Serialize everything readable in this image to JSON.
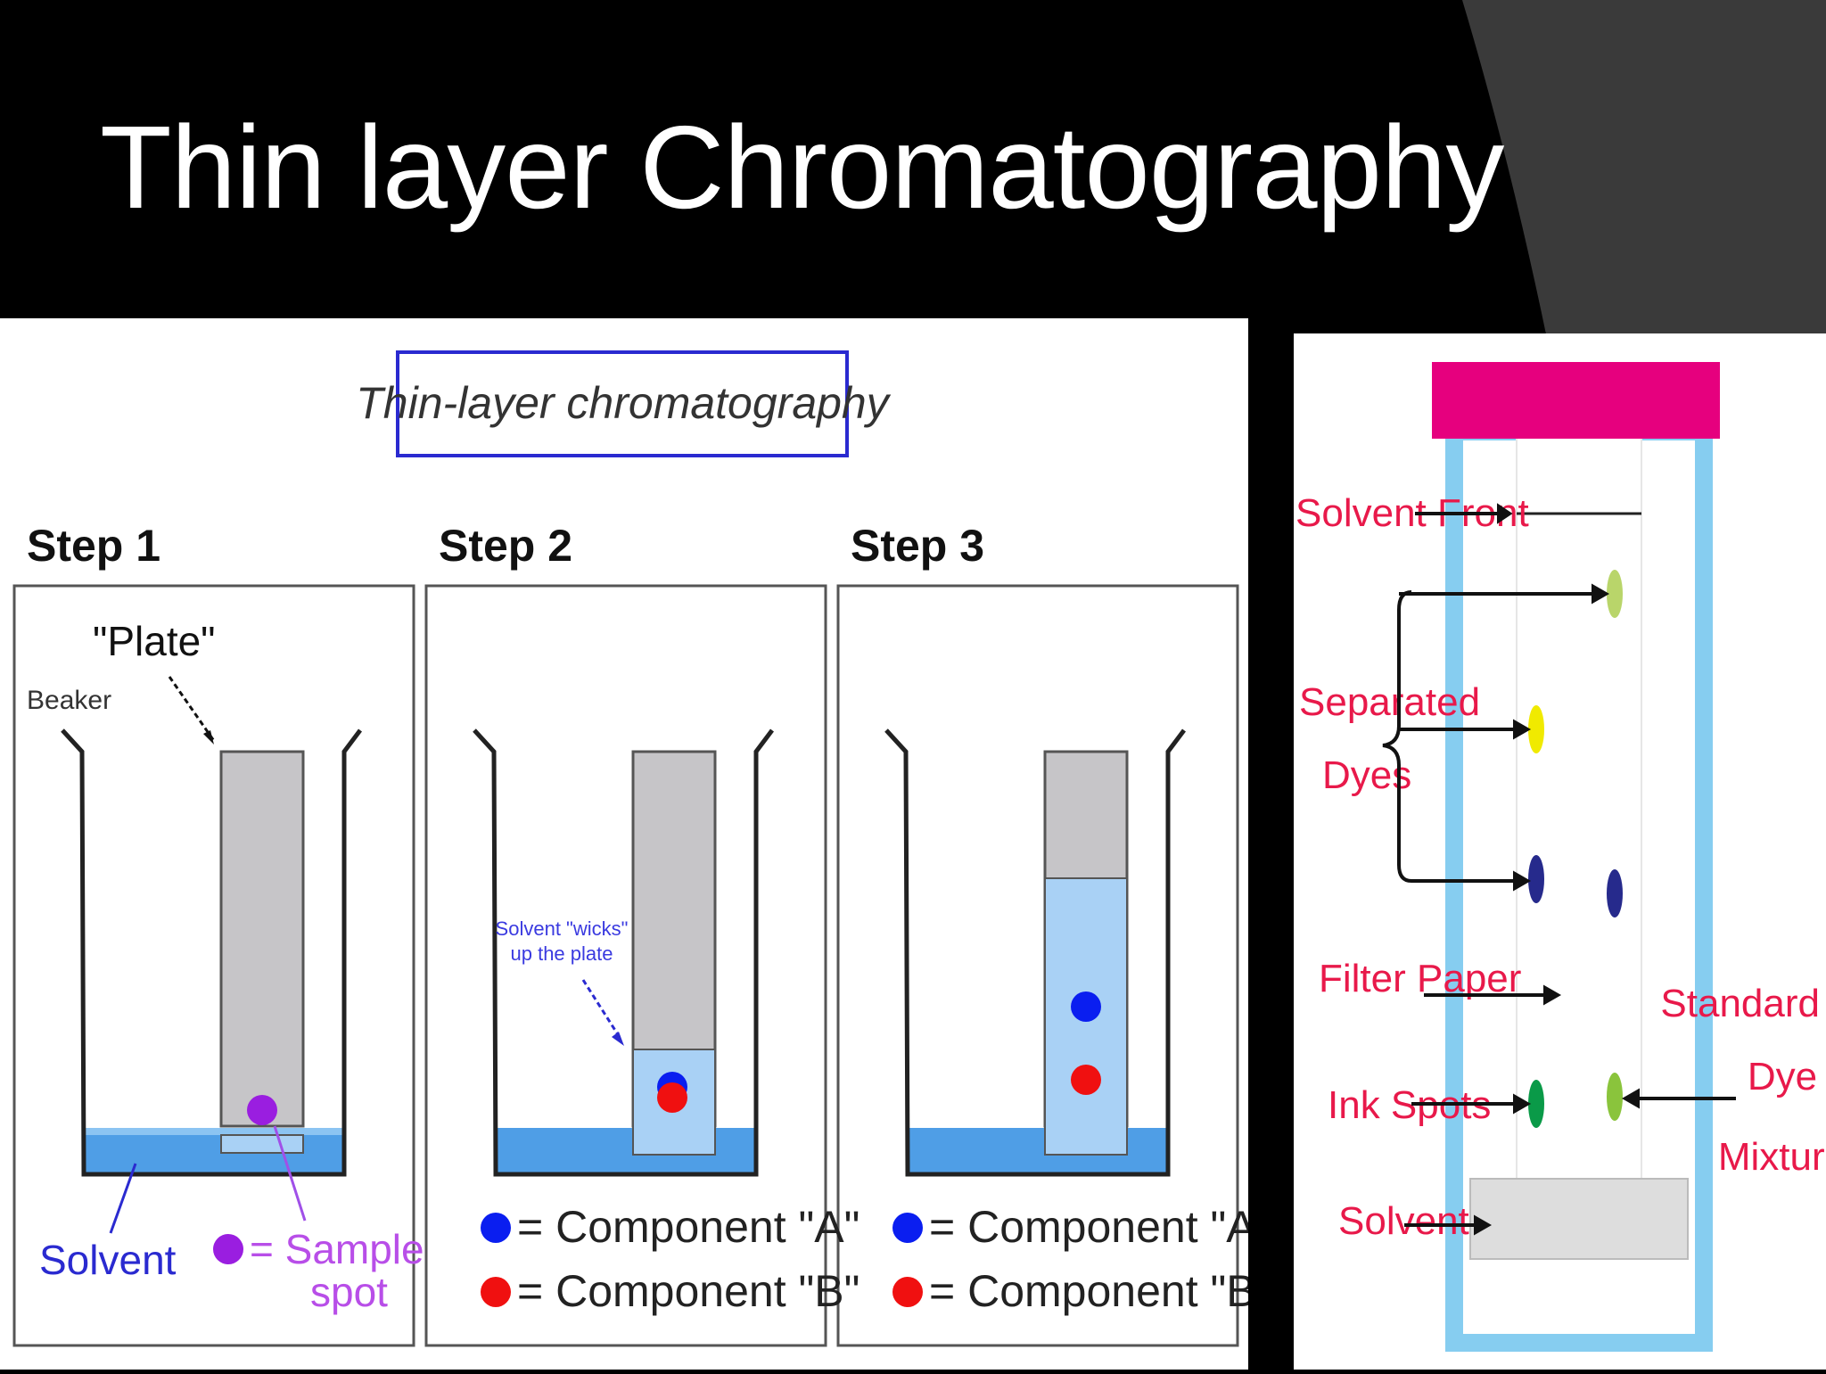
{
  "slide": {
    "title": "Thin layer Chromatography"
  },
  "left_diagram": {
    "box_title": "Thin-layer chromatography",
    "steps": [
      {
        "label": "Step 1"
      },
      {
        "label": "Step 2"
      },
      {
        "label": "Step 3"
      }
    ],
    "step1": {
      "plate_label": "\"Plate\"",
      "beaker_label": "Beaker",
      "solvent_label": "Solvent",
      "legend_sample_line1": "= Sample",
      "legend_sample_line2": "spot"
    },
    "step2": {
      "annotation_line1": "Solvent \"wicks\"",
      "annotation_line2": "up the plate"
    },
    "legend": {
      "component_a": "= Component \"A\"",
      "component_b": "= Component \"B\""
    },
    "colors": {
      "solvent": "#4f9ee6",
      "plate": "#c6c5c8",
      "wet_plate": "#a9d1f5",
      "component_a": "#0a1ef0",
      "component_b": "#f01010",
      "sample": "#9a1ee0",
      "title_border": "#2a2ad0"
    }
  },
  "right_diagram": {
    "labels": {
      "solvent_front": "Solvent Front",
      "separated_line1": "Separated",
      "separated_line2": "Dyes",
      "filter_paper": "Filter Paper",
      "ink_spots": "Ink Spots",
      "solvent": "Solvent",
      "standard_line1": "Standard",
      "standard_line2": "Dye",
      "standard_line3": "Mixture"
    },
    "colors": {
      "clip": "#e6007e",
      "container": "#86cdf0",
      "label_text": "#e8194a",
      "dye_light_green": "#b9d56a",
      "dye_yellow": "#f0ea00",
      "dye_navy": "#262a8c",
      "dye_green": "#0a9a48",
      "dye_lime": "#8ac43c"
    }
  }
}
